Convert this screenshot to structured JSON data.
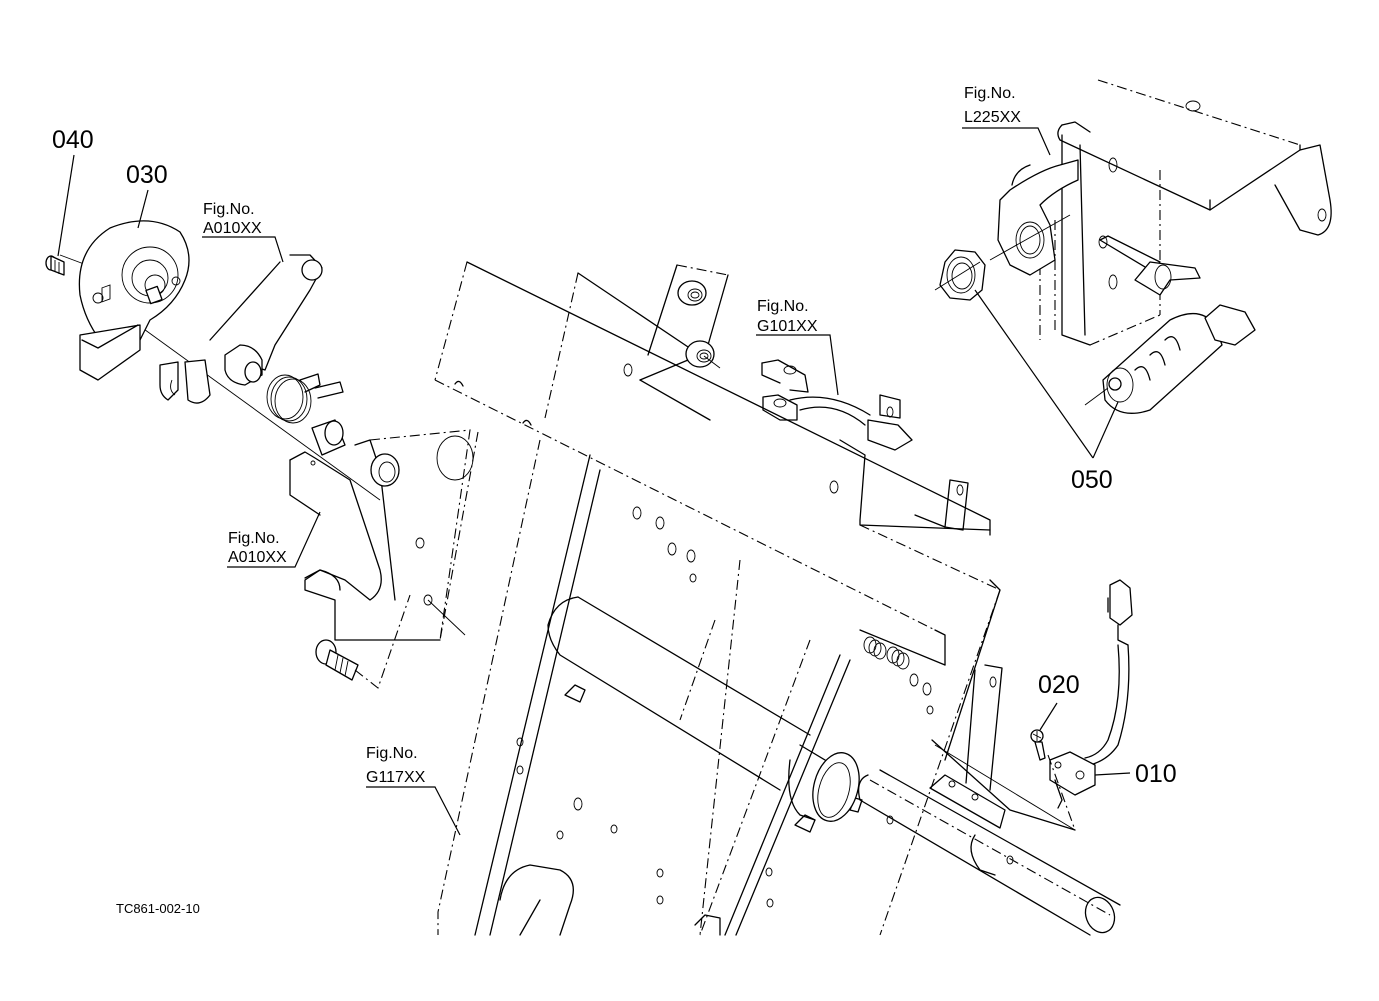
{
  "diagram": {
    "type": "exploded-parts-diagram",
    "drawing_number": "TC861-002-10",
    "part_callouts": [
      {
        "id": "p010",
        "label": "010"
      },
      {
        "id": "p020",
        "label": "020"
      },
      {
        "id": "p030",
        "label": "030"
      },
      {
        "id": "p040",
        "label": "040"
      },
      {
        "id": "p050",
        "label": "050"
      }
    ],
    "figure_references": [
      {
        "id": "fig_a010_top",
        "prefix": "Fig.No.",
        "code": "A010XX"
      },
      {
        "id": "fig_a010_mid",
        "prefix": "Fig.No.",
        "code": "A010XX"
      },
      {
        "id": "fig_g101",
        "prefix": "Fig.No.",
        "code": "G101XX"
      },
      {
        "id": "fig_l225",
        "prefix": "Fig.No.",
        "code": "L225XX"
      },
      {
        "id": "fig_g117",
        "prefix": "Fig.No.",
        "code": "G117XX"
      }
    ],
    "components": [
      {
        "name": "rotary-sensor",
        "callout": "030"
      },
      {
        "name": "sensor-screw",
        "callout": "040"
      },
      {
        "name": "pressure-switch-with-nut",
        "callout": "050"
      },
      {
        "name": "switch-mounting-screw",
        "callout": "020"
      },
      {
        "name": "limit-switch-with-harness",
        "callout": "010"
      }
    ]
  }
}
